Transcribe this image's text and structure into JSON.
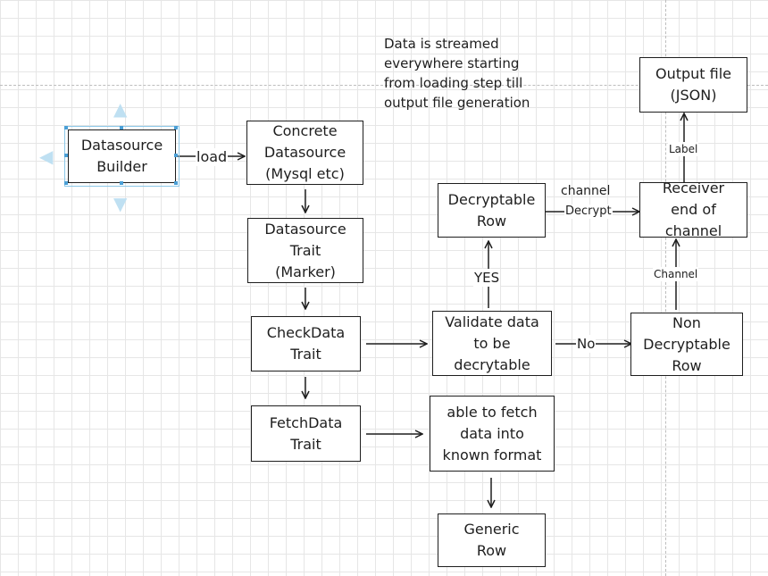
{
  "note": "Data is streamed\neverywhere starting\nfrom loading step till\noutput file generation",
  "nodes": {
    "datasource_builder": "Datasource\nBuilder",
    "concrete_datasource": "Concrete\nDatasource\n(Mysql etc)",
    "datasource_trait": "Datasource\nTrait\n(Marker)",
    "checkdata_trait": "CheckData\nTrait",
    "fetchdata_trait": "FetchData\nTrait",
    "validate_data": "Validate data\nto be\ndecrytable",
    "able_to_fetch": "able to fetch\ndata into\nknown format",
    "generic_row": "Generic\nRow",
    "decryptable_row": "Decryptable\nRow",
    "non_decryptable_row": "Non\nDecryptable\nRow",
    "receiver_end": "Receiver\nend of\nchannel",
    "output_file": "Output file\n(JSON)"
  },
  "edge_labels": {
    "load": "load",
    "yes": "YES",
    "no": "No",
    "channel_top": "channel",
    "decrypt": "Decrypt",
    "channel_right": "Channel",
    "label": "Label"
  },
  "colors": {
    "stroke": "#1e1e1e",
    "grid": "#e6e6e6",
    "selection": "#4a9fd6"
  }
}
